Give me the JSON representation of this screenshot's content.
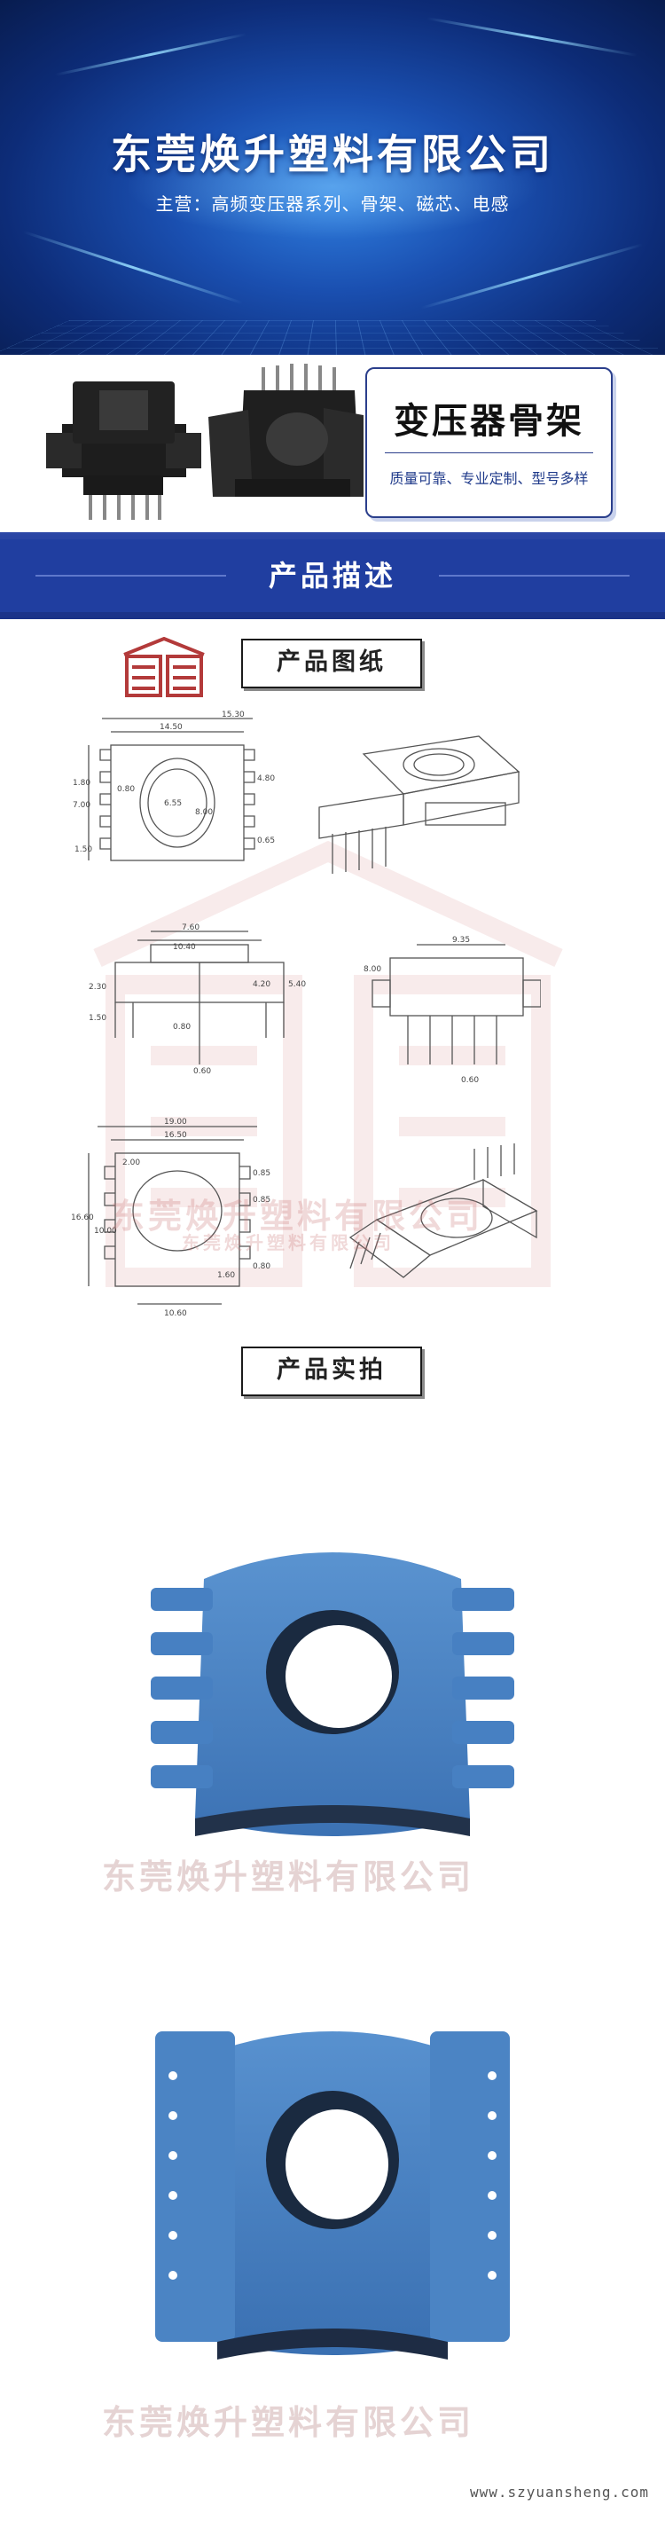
{
  "banner": {
    "company": "东莞焕升塑料有限公司",
    "business": "主营：高频变压器系列、骨架、磁芯、电感"
  },
  "intro": {
    "product_name": "变压器骨架",
    "features": "质量可靠、专业定制、型号多样"
  },
  "section": {
    "title": "产品描述"
  },
  "subheads": {
    "drawing": "产品图纸",
    "photo": "产品实拍"
  },
  "drawing_dims": {
    "top_view": [
      "14.50",
      "15.30",
      "1.80",
      "7.00",
      "0.80",
      "6.55",
      "8.00",
      "1.50",
      "4.80",
      "0.65"
    ],
    "side_view": [
      "7.60",
      "10.40",
      "2.30",
      "1.50",
      "0.80",
      "0.60",
      "4.20",
      "5.40"
    ],
    "end_view": [
      "9.35",
      "8.00",
      "0.60"
    ],
    "bottom_view": [
      "19.00",
      "16.50",
      "16.60",
      "10.00",
      "2.00",
      "0.85",
      "0.85",
      "1.60",
      "0.80",
      "10.60"
    ]
  },
  "watermark": {
    "company": "东莞焕升塑料有限公司",
    "company_short": "东莞焕升塑料有限公司"
  },
  "footer": {
    "url": "www.szyuansheng.com"
  },
  "colors": {
    "brand_blue": "#203ea0",
    "banner_blue": "#1a4fb0",
    "part_blue": "#4f86c6",
    "part_black": "#1d1d1d"
  }
}
